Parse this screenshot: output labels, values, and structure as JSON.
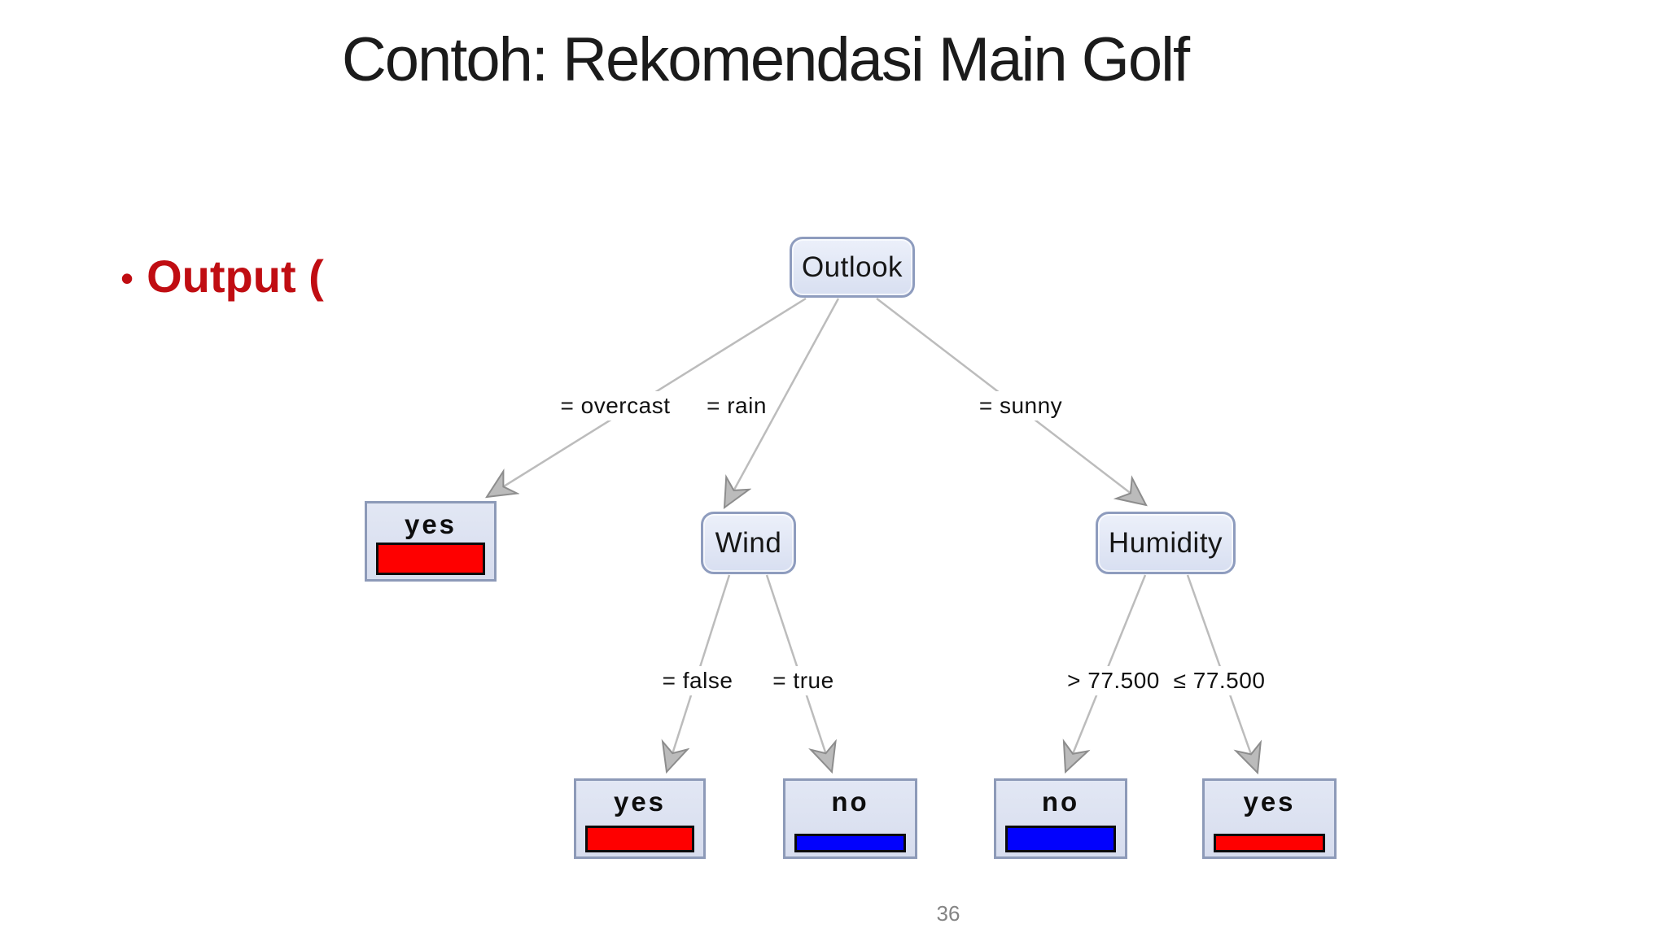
{
  "slide": {
    "title": "Contoh: Rekomendasi Main Golf",
    "bullet_marker": "•",
    "bullet_text": "Output (",
    "page_number": "36"
  },
  "colors": {
    "title_text": "#1b1b1b",
    "bullet_text_red": "#c00d12",
    "node_fill": "#dde3f2",
    "node_border": "#8e9cbe",
    "leaf_fill": "#dce2f0",
    "leaf_border": "#8d9ab8",
    "edge_line": "#bcbcbc",
    "arrowhead": "#bbbbbb",
    "bar_yes_red": "#fe0000",
    "bar_no_blue": "#0202fd",
    "bar_border": "#0b0b0b",
    "page_number_gray": "#848484"
  },
  "tree": {
    "internal_nodes": [
      {
        "label": "Outlook"
      },
      {
        "label": "Wind"
      },
      {
        "label": "Humidity"
      }
    ],
    "edges": [
      {
        "from": "Outlook",
        "condition": "= overcast",
        "to": "yes leaf"
      },
      {
        "from": "Outlook",
        "condition": "= rain",
        "to": "Wind"
      },
      {
        "from": "Outlook",
        "condition": "= sunny",
        "to": "Humidity"
      },
      {
        "from": "Wind",
        "condition": "= false",
        "to": "yes leaf"
      },
      {
        "from": "Wind",
        "condition": "= true",
        "to": "no leaf"
      },
      {
        "from": "Humidity",
        "condition": "> 77.500",
        "to": "no leaf"
      },
      {
        "from": "Humidity",
        "condition": "≤ 77.500",
        "to": "yes leaf"
      }
    ],
    "leaves": [
      {
        "label": "yes",
        "bar": {
          "color": "#fe0000",
          "height": 40
        }
      },
      {
        "label": "yes",
        "bar": {
          "color": "#fe0000",
          "height": 33
        }
      },
      {
        "label": "no",
        "bar": {
          "color": "#0202fd",
          "height": 23
        }
      },
      {
        "label": "no",
        "bar": {
          "color": "#0202fd",
          "height": 33
        }
      },
      {
        "label": "yes",
        "bar": {
          "color": "#fe0000",
          "height": 23
        }
      }
    ]
  }
}
